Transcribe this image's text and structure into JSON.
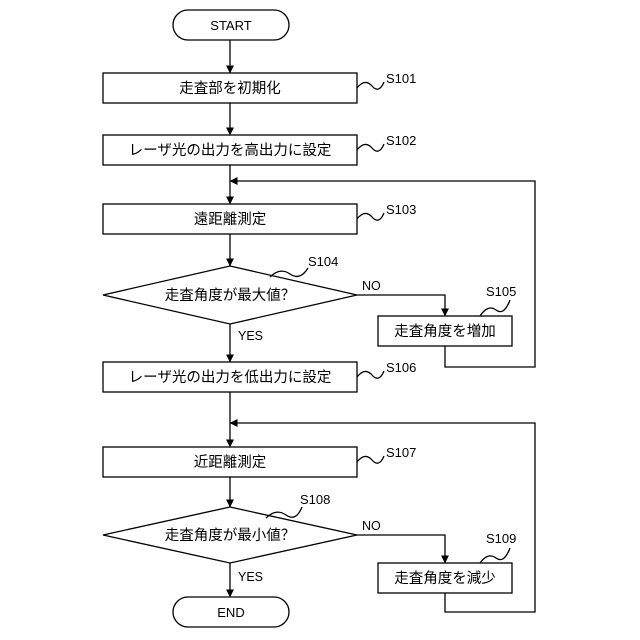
{
  "flowchart": {
    "start": "START",
    "end": "END",
    "steps": [
      {
        "id": "S101",
        "text": "走査部を初期化"
      },
      {
        "id": "S102",
        "text": "レーザ光の出力を高出力に設定"
      },
      {
        "id": "S103",
        "text": "遠距離測定"
      },
      {
        "id": "S104",
        "text": "走査角度が最大値？"
      },
      {
        "id": "S105",
        "text": "走査角度を増加"
      },
      {
        "id": "S106",
        "text": "レーザ光の出力を低出力に設定"
      },
      {
        "id": "S107",
        "text": "近距離測定"
      },
      {
        "id": "S108",
        "text": "走査角度が最小値？"
      },
      {
        "id": "S109",
        "text": "走査角度を減少"
      }
    ],
    "yes_label": "YES",
    "no_label": "NO"
  }
}
